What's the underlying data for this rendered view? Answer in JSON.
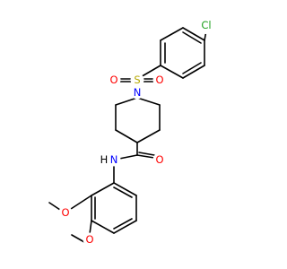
{
  "molecule": {
    "atoms": {
      "chlorine": "Cl",
      "sulfur": "S",
      "sulfonyl_oxygen_left": "O",
      "sulfonyl_oxygen_right": "O",
      "piperidine_nitrogen": "N",
      "carbonyl_oxygen": "O",
      "amide_nitrogen": "N",
      "amide_hydrogen": "H",
      "methoxy_oxygen_upper": "O",
      "methoxy_oxygen_lower": "O"
    },
    "colors": {
      "carbon_bond": "#000000",
      "oxygen": "#ff0000",
      "nitrogen": "#0000ff",
      "sulfur": "#b5a800",
      "chlorine": "#1fa01f",
      "hydrogen": "#000000"
    }
  }
}
